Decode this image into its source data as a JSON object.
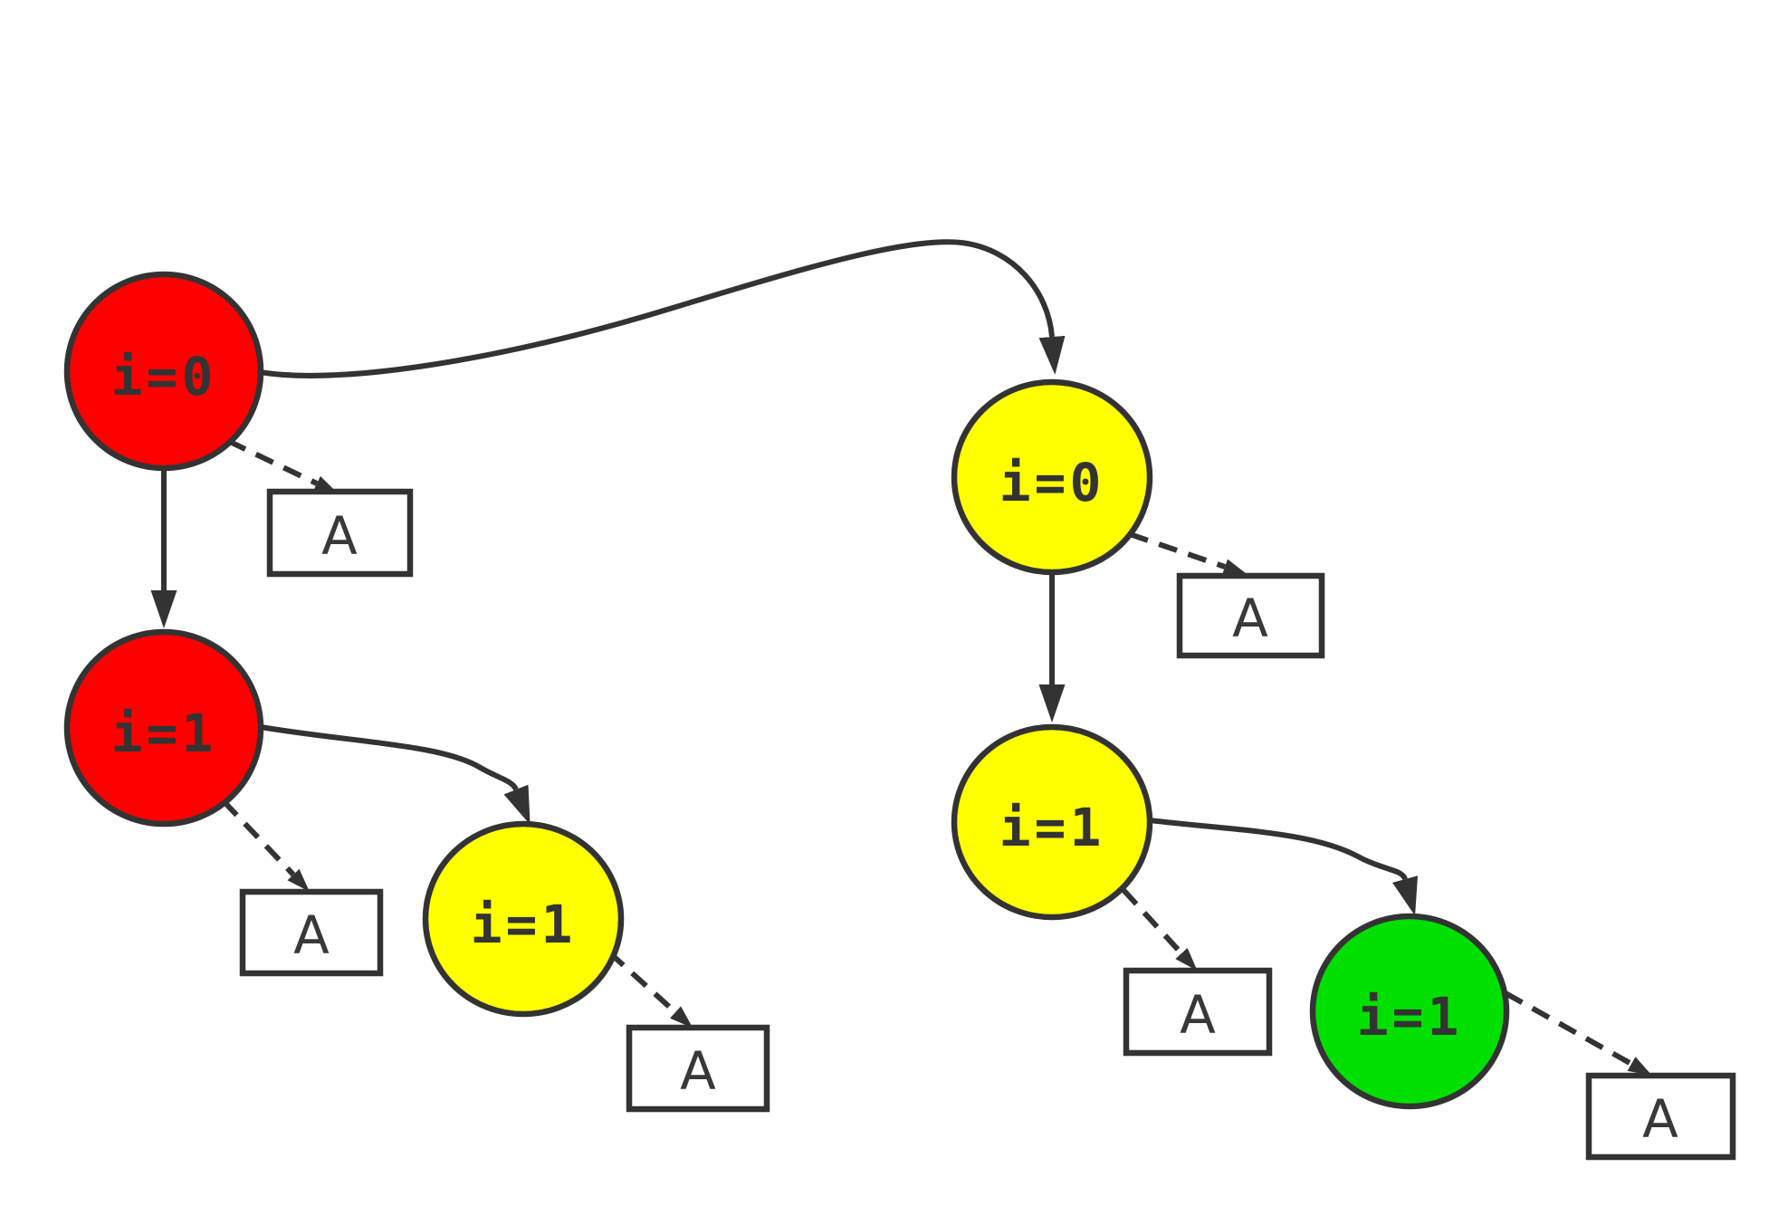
{
  "diagram": {
    "background": "#ffffff",
    "stroke_color": "#333333",
    "text_color": "#333333",
    "nodes": [
      {
        "id": "left-root",
        "label": "i=0",
        "fill": "#ff0000"
      },
      {
        "id": "left-child",
        "label": "i=1",
        "fill": "#ff0000"
      },
      {
        "id": "left-grandchild",
        "label": "i=1",
        "fill": "#ffff00"
      },
      {
        "id": "right-root",
        "label": "i=0",
        "fill": "#ffff00"
      },
      {
        "id": "right-child",
        "label": "i=1",
        "fill": "#ffff00"
      },
      {
        "id": "right-grandchild",
        "label": "i=1",
        "fill": "#00e000"
      }
    ],
    "terminals": [
      {
        "id": "terminal-left-root",
        "label": "A"
      },
      {
        "id": "terminal-right-root",
        "label": "A"
      },
      {
        "id": "terminal-left-child",
        "label": "A"
      },
      {
        "id": "terminal-left-grandchild",
        "label": "A"
      },
      {
        "id": "terminal-right-child",
        "label": "A"
      },
      {
        "id": "terminal-right-grandchild",
        "label": "A"
      }
    ]
  }
}
